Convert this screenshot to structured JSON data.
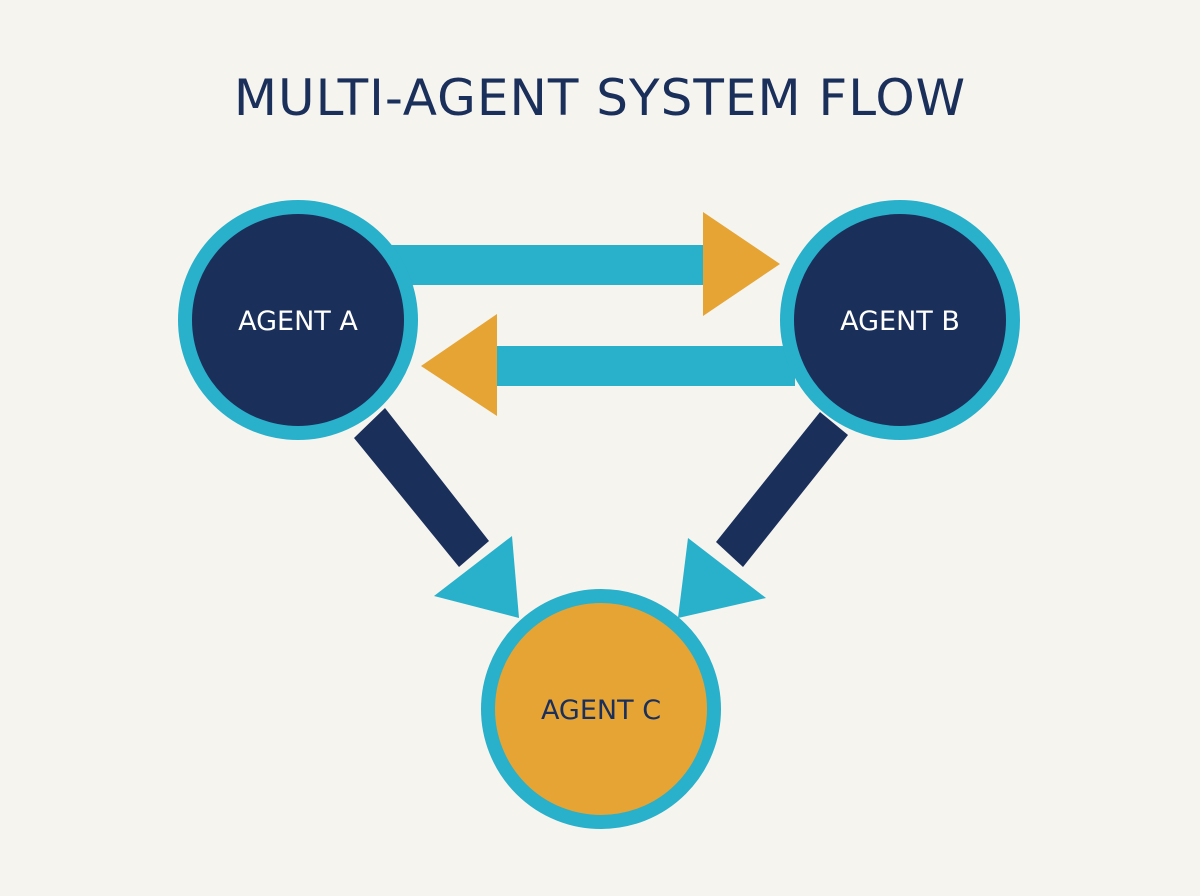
{
  "title": "MULTI-AGENT SYSTEM FLOW",
  "colors": {
    "background": "#f5f4ef",
    "title": "#1b2f5b",
    "navy": "#1b2f5b",
    "teal": "#29b0cb",
    "orange": "#e5a434",
    "label_light": "#ffffff",
    "label_dark": "#1b2f5b"
  },
  "nodes": [
    {
      "id": "a",
      "label": "AGENT A"
    },
    {
      "id": "b",
      "label": "AGENT B"
    },
    {
      "id": "c",
      "label": "AGENT C"
    }
  ],
  "edges": [
    {
      "from": "AGENT A",
      "to": "AGENT B"
    },
    {
      "from": "AGENT B",
      "to": "AGENT A"
    },
    {
      "from": "AGENT A",
      "to": "AGENT C"
    },
    {
      "from": "AGENT B",
      "to": "AGENT C"
    }
  ]
}
